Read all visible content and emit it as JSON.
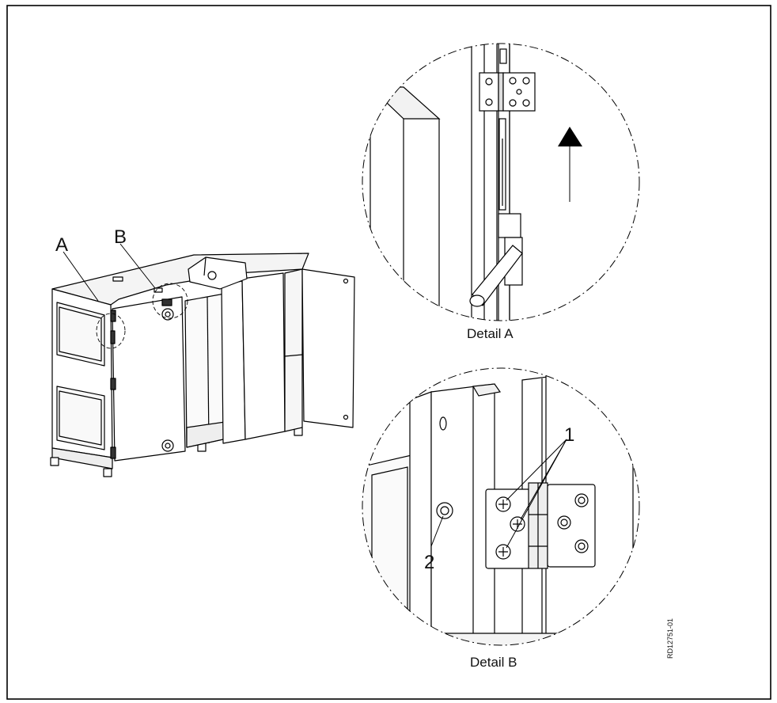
{
  "labels": {
    "callout_a": "A",
    "callout_b": "B",
    "caption_a": "Detail A",
    "caption_b": "Detail B",
    "part_1": "1",
    "part_2": "2",
    "drawing_code": "RD12751-01"
  }
}
